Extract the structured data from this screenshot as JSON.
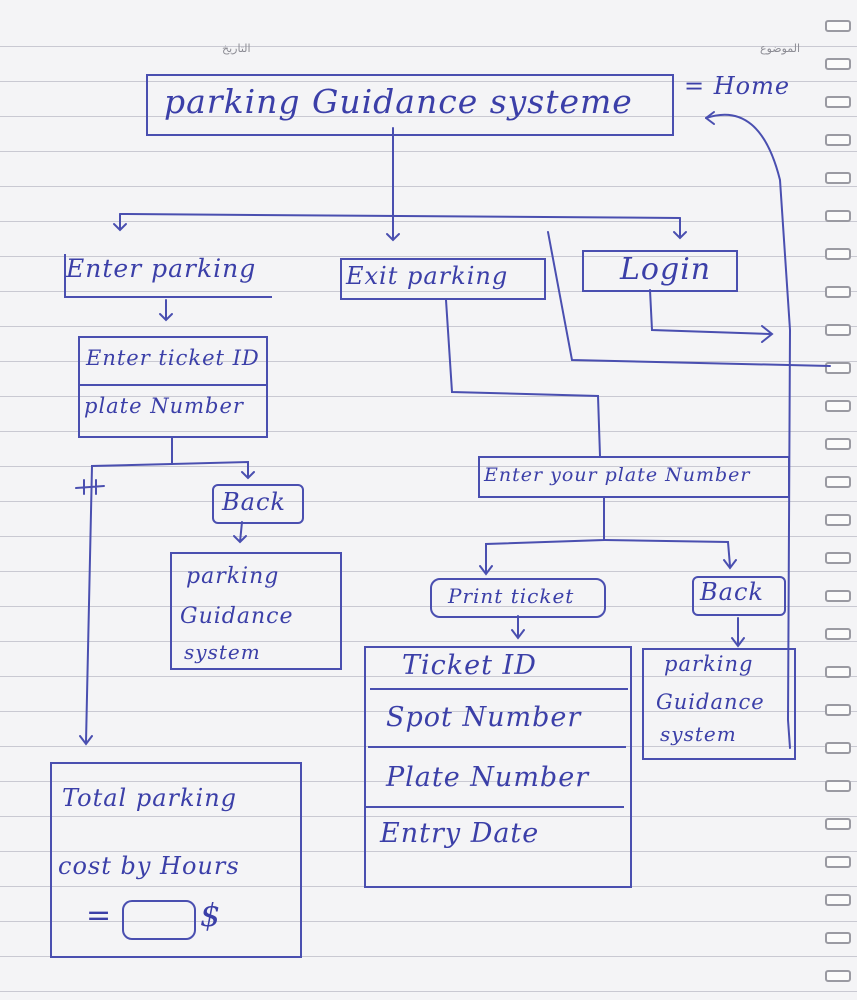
{
  "header": {
    "date_label": "التاريخ",
    "subject_label": "الموضوع"
  },
  "diagram": {
    "title": "parking Guidance systeme",
    "home_note": "= Home",
    "enter_parking": "Enter parking",
    "exit_parking": "Exit parking",
    "login": "Login",
    "enter_ticket_id": "Enter ticket ID",
    "plate_number": "plate Number",
    "back_left": "Back",
    "pgs_left": [
      "parking",
      "Guidance",
      "system"
    ],
    "total_cost": [
      "Total parking",
      "cost by Hours",
      "=",
      "$"
    ],
    "enter_plate": "Enter your plate Number",
    "print_ticket": "Print ticket",
    "back_right": "Back",
    "ticket_fields": [
      "Ticket ID",
      "Spot Number",
      "Plate Number",
      "Entry Date"
    ],
    "pgs_right": [
      "parking",
      "Guidance",
      "system"
    ]
  },
  "colors": {
    "ink": "#3b3fa8",
    "line": "#4a4fb0",
    "rule": "#c9c9d2"
  }
}
